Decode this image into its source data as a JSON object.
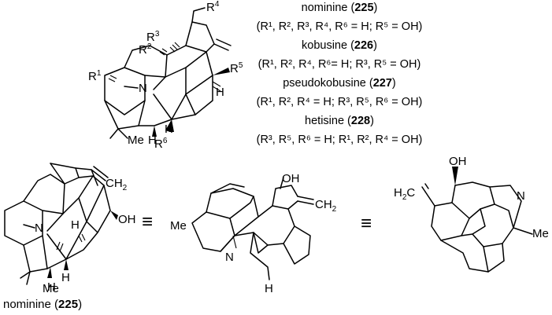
{
  "compounds": [
    {
      "name": "nominine",
      "number": "225",
      "subst": "(R¹, R², R³, R⁴, R⁶ = H; R⁵ = OH)"
    },
    {
      "name": "kobusine",
      "number": "226",
      "subst": "(R¹, R², R⁴, R⁶= H; R³, R⁵ = OH)"
    },
    {
      "name": "pseudokobusine",
      "number": "227",
      "subst": "(R¹, R², R⁴ = H; R³, R⁵, R⁶ = OH)"
    },
    {
      "name": "hetisine",
      "number": "228",
      "subst": "(R³, R⁵, R⁶ = H; R¹, R², R⁴ = OH)"
    }
  ],
  "atom_labels": {
    "N": "N",
    "H": "H",
    "Me": "Me",
    "OH": "OH",
    "CH": "CH",
    "two": "2",
    "H2": "H",
    "R": "R",
    "R1": "1",
    "R2": "2",
    "R3": "3",
    "R4": "4",
    "R5": "5",
    "R6": "6"
  },
  "equivalence_symbol": "≡",
  "bottom_caption": {
    "name": "nominine",
    "number": "225"
  }
}
